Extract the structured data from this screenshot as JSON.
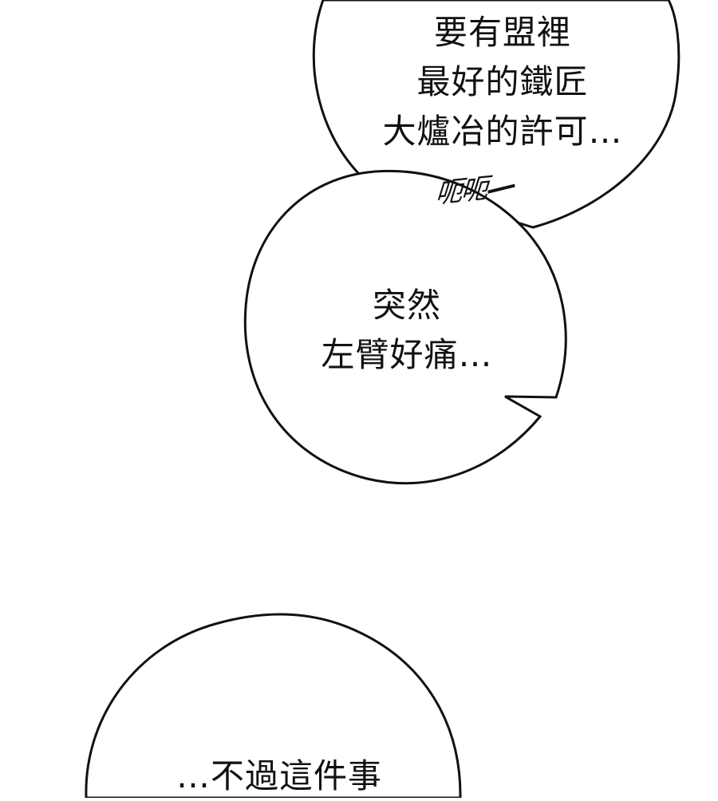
{
  "panel": {
    "bubble_top_lines": [
      "要有盟裡",
      "最好的鐵匠",
      "大爐冶的許可…"
    ],
    "sfx": "呃呃",
    "bubble_middle_lines": [
      "突然",
      "左臂好痛…"
    ],
    "bubble_bottom_lines": [
      "…不過這件事"
    ]
  },
  "colors": {
    "background": "#ffffff",
    "ink": "#111111"
  }
}
